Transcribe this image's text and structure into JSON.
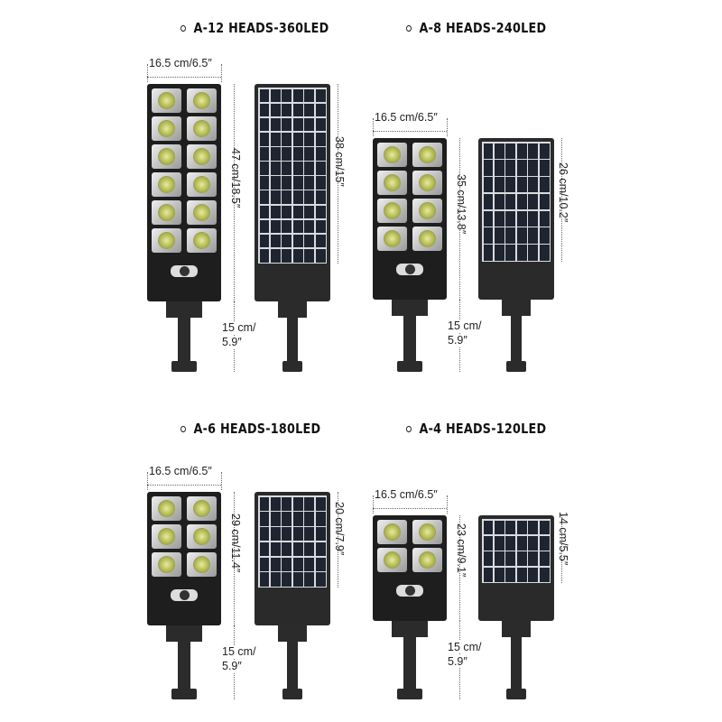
{
  "products": [
    {
      "title": "A-12 HEADS-360LED",
      "width": "16.5 cm/6.5″",
      "height": "47 cm/18.5″",
      "panel": "38 cm/15″",
      "pole_line1": "15 cm/",
      "pole_line2": "5.9″",
      "heads": 12
    },
    {
      "title": "A-8 HEADS-240LED",
      "width": "16.5 cm/6.5″",
      "height": "35 cm/13.8″",
      "panel": "26 cm/10.2″",
      "pole_line1": "15 cm/",
      "pole_line2": "5.9″",
      "heads": 8
    },
    {
      "title": "A-6 HEADS-180LED",
      "width": "16.5 cm/6.5″",
      "height": "29 cm/11.4″",
      "panel": "20 cm/7.9″",
      "pole_line1": "15 cm/",
      "pole_line2": "5.9″",
      "heads": 6
    },
    {
      "title": "A-4 HEADS-120LED",
      "width": "16.5 cm/6.5″",
      "height": "23 cm/9.1″",
      "panel": "14 cm/5.5″",
      "pole_line1": "15 cm/",
      "pole_line2": "5.9″",
      "heads": 4
    }
  ]
}
